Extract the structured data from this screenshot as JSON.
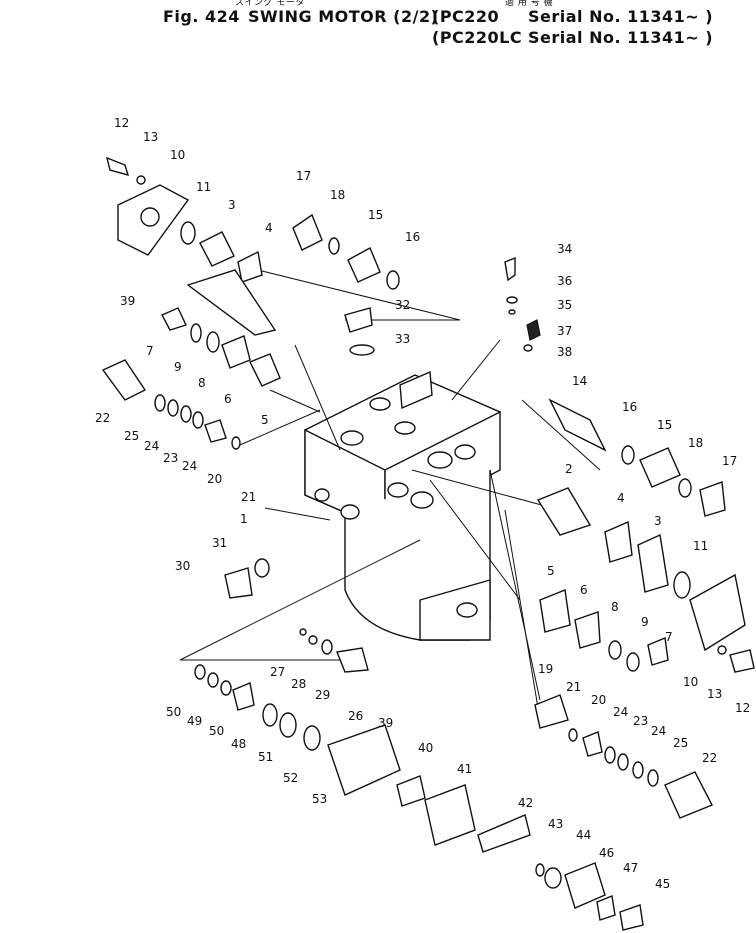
{
  "header": {
    "jp_top_left": "スイング モータ",
    "jp_top_right": "適 用 号 機",
    "fig_label": "Fig. 424",
    "fig_title": "SWING MOTOR (2/2)",
    "applicability": [
      {
        "model": "(PC220",
        "serial": "Serial No. 11341~ )"
      },
      {
        "model": "(PC220LC",
        "serial": "Serial No. 11341~ )"
      }
    ]
  },
  "callouts": [
    "12",
    "13",
    "10",
    "11",
    "3",
    "4",
    "17",
    "18",
    "15",
    "16",
    "34",
    "36",
    "35",
    "37",
    "38",
    "39",
    "32",
    "33",
    "7",
    "9",
    "8",
    "6",
    "5",
    "22",
    "25",
    "24",
    "23",
    "24",
    "20",
    "21",
    "1",
    "14",
    "16",
    "15",
    "18",
    "17",
    "2",
    "4",
    "3",
    "11",
    "31",
    "30",
    "5",
    "6",
    "8",
    "9",
    "7",
    "10",
    "13",
    "12",
    "27",
    "28",
    "29",
    "26",
    "19",
    "21",
    "20",
    "24",
    "23",
    "24",
    "25",
    "22",
    "50",
    "49",
    "50",
    "48",
    "51",
    "52",
    "53",
    "39",
    "40",
    "41",
    "42",
    "43",
    "44",
    "46",
    "47",
    "45"
  ],
  "colors": {
    "ink": "#111111",
    "paper": "#ffffff"
  }
}
